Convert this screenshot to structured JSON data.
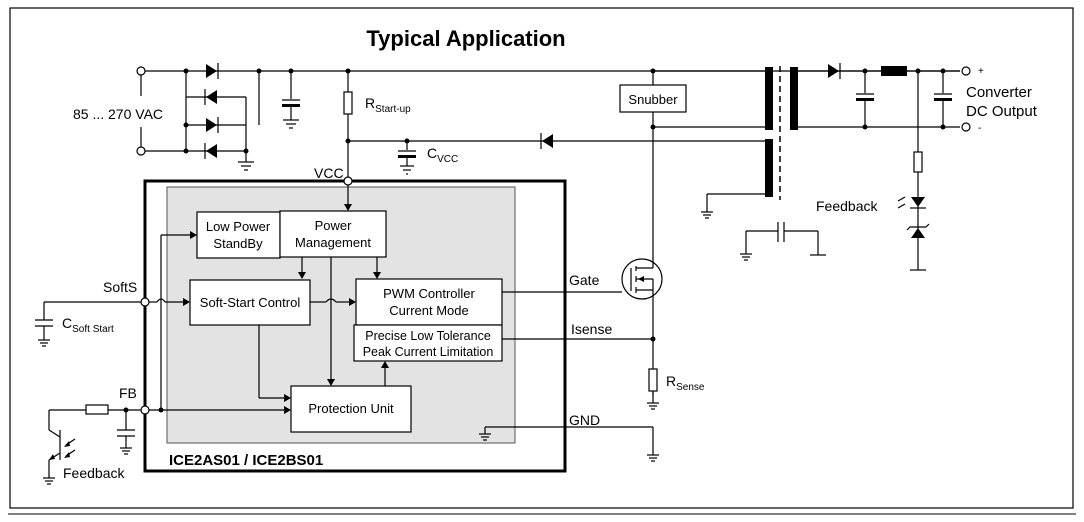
{
  "title": "Typical Application",
  "labels": {
    "vac": "85 ... 270 VAC",
    "rstartup_main": "R",
    "rstartup_sub": "Start-up",
    "cvcc_main": "C",
    "cvcc_sub": "VCC",
    "snubber": "Snubber",
    "converter_line1": "Converter",
    "converter_line2": "DC Output",
    "plus": "+",
    "minus": "-",
    "feedback_right": "Feedback",
    "vcc": "VCC",
    "softs": "SoftS",
    "csoft_main": "C",
    "csoft_sub": "Soft Start",
    "fb": "FB",
    "feedback_left": "Feedback",
    "gate": "Gate",
    "isense": "Isense",
    "gnd": "GND",
    "rsense_main": "R",
    "rsense_sub": "Sense",
    "chip_name": "ICE2AS01 / ICE2BS01"
  },
  "blocks": {
    "low_power_1": "Low Power",
    "low_power_2": "StandBy",
    "power_mgmt_1": "Power",
    "power_mgmt_2": "Management",
    "soft_start": "Soft-Start Control",
    "pwm_1": "PWM Controller",
    "pwm_2": "Current Mode",
    "precise_1": "Precise Low Tolerance",
    "precise_2": "Peak Current Limitation",
    "protection": "Protection Unit"
  }
}
